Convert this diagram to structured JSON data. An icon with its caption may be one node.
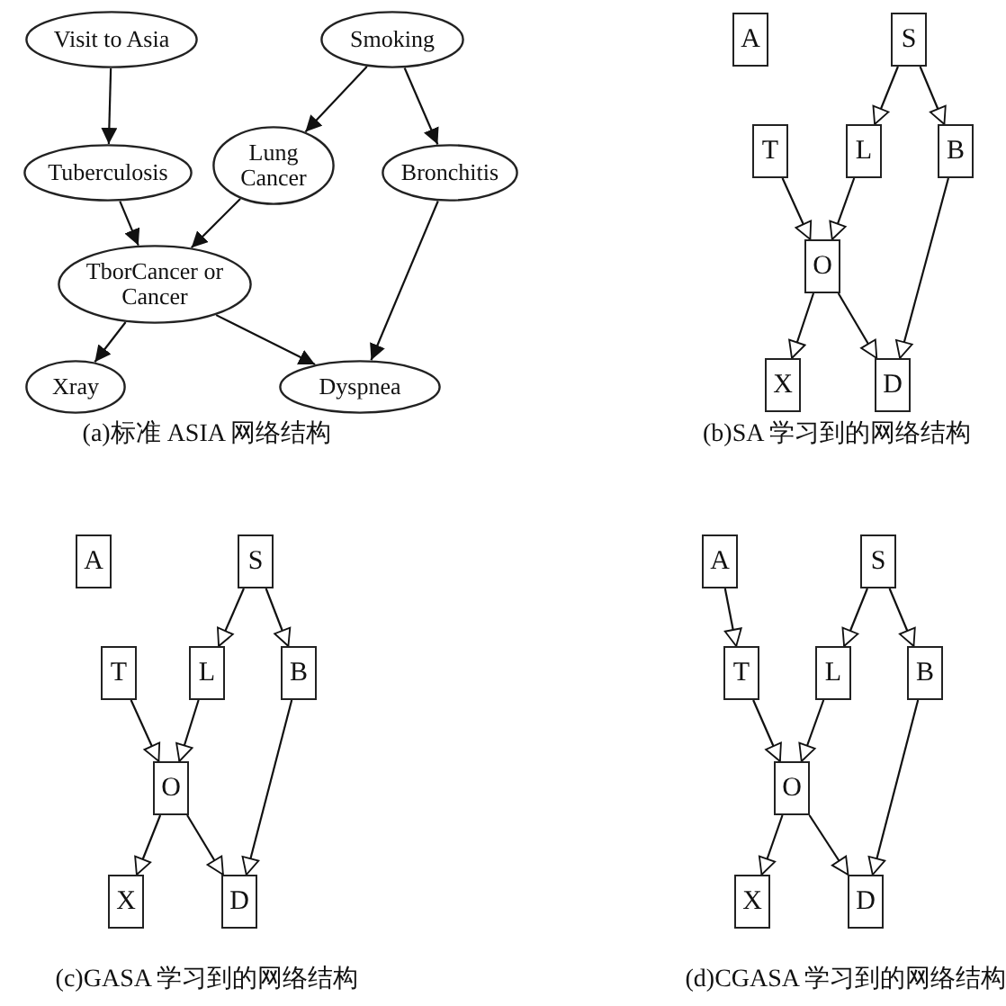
{
  "diagram": {
    "nodes": [
      {
        "text": [
          "Visit to Asia"
        ]
      },
      {
        "text": [
          "Smoking"
        ]
      },
      {
        "text": [
          "Tuberculosis"
        ]
      },
      {
        "text": [
          "Lung Cancer"
        ]
      },
      {
        "text": [
          "Bronchitis"
        ]
      },
      {
        "text": [
          "TborCancer or Cancer"
        ]
      },
      {
        "text": [
          "Xray"
        ]
      },
      {
        "text": [
          "Dyspnea"
        ]
      },
      {
        "text": [
          "A"
        ]
      },
      {
        "text": [
          "S"
        ]
      },
      {
        "text": [
          "T"
        ]
      },
      {
        "text": [
          "L"
        ]
      },
      {
        "text": [
          "B"
        ]
      },
      {
        "text": [
          "O"
        ]
      },
      {
        "text": [
          "X"
        ]
      },
      {
        "text": [
          "D"
        ]
      },
      {
        "text": [
          "A"
        ]
      },
      {
        "text": [
          "S"
        ]
      },
      {
        "text": [
          "T"
        ]
      },
      {
        "text": [
          "L"
        ]
      },
      {
        "text": [
          "B"
        ]
      },
      {
        "text": [
          "O"
        ]
      },
      {
        "text": [
          "X"
        ]
      },
      {
        "text": [
          "D"
        ]
      },
      {
        "text": [
          "A"
        ]
      },
      {
        "text": [
          "S"
        ]
      },
      {
        "text": [
          "T"
        ]
      },
      {
        "text": [
          "L"
        ]
      },
      {
        "text": [
          "B"
        ]
      },
      {
        "text": [
          "O"
        ]
      },
      {
        "text": [
          "X"
        ]
      },
      {
        "text": [
          "D"
        ]
      }
    ],
    "edges": [
      {
        "from": 0,
        "to": 2,
        "arrow": "to"
      },
      {
        "from": 1,
        "to": 3,
        "arrow": "to"
      },
      {
        "from": 1,
        "to": 4,
        "arrow": "to"
      },
      {
        "from": 2,
        "to": 5,
        "arrow": "to"
      },
      {
        "from": 3,
        "to": 5,
        "arrow": "to"
      },
      {
        "from": 5,
        "to": 6,
        "arrow": "to"
      },
      {
        "from": 5,
        "to": 7,
        "arrow": "to"
      },
      {
        "from": 4,
        "to": 7,
        "arrow": "to"
      },
      {
        "from": 9,
        "to": 11,
        "arrow": "to"
      },
      {
        "from": 9,
        "to": 12,
        "arrow": "to"
      },
      {
        "from": 10,
        "to": 13,
        "arrow": "to"
      },
      {
        "from": 11,
        "to": 13,
        "arrow": "to"
      },
      {
        "from": 13,
        "to": 14,
        "arrow": "to"
      },
      {
        "from": 13,
        "to": 15,
        "arrow": "to"
      },
      {
        "from": 12,
        "to": 15,
        "arrow": "to"
      },
      {
        "from": 17,
        "to": 19,
        "arrow": "to"
      },
      {
        "from": 17,
        "to": 20,
        "arrow": "to"
      },
      {
        "from": 18,
        "to": 21,
        "arrow": "to"
      },
      {
        "from": 19,
        "to": 21,
        "arrow": "to"
      },
      {
        "from": 21,
        "to": 22,
        "arrow": "to"
      },
      {
        "from": 21,
        "to": 23,
        "arrow": "to"
      },
      {
        "from": 20,
        "to": 23,
        "arrow": "to"
      },
      {
        "from": 24,
        "to": 26,
        "arrow": "to"
      },
      {
        "from": 25,
        "to": 27,
        "arrow": "to"
      },
      {
        "from": 25,
        "to": 28,
        "arrow": "to"
      },
      {
        "from": 26,
        "to": 29,
        "arrow": "to"
      },
      {
        "from": 27,
        "to": 29,
        "arrow": "to"
      },
      {
        "from": 29,
        "to": 30,
        "arrow": "to"
      },
      {
        "from": 29,
        "to": 31,
        "arrow": "to"
      },
      {
        "from": 28,
        "to": 31,
        "arrow": "to"
      }
    ],
    "labels": [
      "(a)标准 ASIA 网络结构",
      "(b)SA 学习到的网络结构",
      "(c)GASA 学习到的网络结构",
      "(d)CGASA 学习到的网络结构"
    ]
  }
}
